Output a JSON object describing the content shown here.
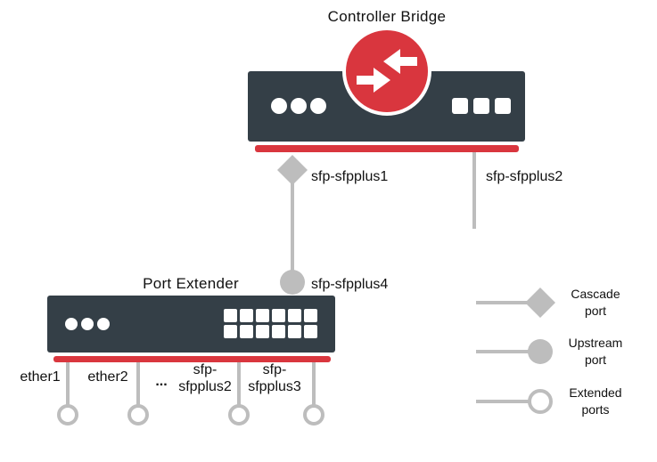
{
  "controller_bridge": {
    "title": "Controller Bridge",
    "port_left": "sfp-sfpplus1",
    "port_right": "sfp-sfpplus2"
  },
  "port_extender": {
    "title": "Port Extender",
    "upstream_port": "sfp-sfpplus4",
    "ports": [
      {
        "lines": [
          "ether1"
        ]
      },
      {
        "lines": [
          "ether2"
        ]
      },
      {
        "lines": [
          "..."
        ]
      },
      {
        "lines": [
          "sfp-",
          "sfpplus2"
        ]
      },
      {
        "lines": [
          "sfp-",
          "sfpplus3"
        ]
      }
    ]
  },
  "legend": [
    {
      "type": "cascade",
      "lines": [
        "Cascade",
        "port"
      ]
    },
    {
      "type": "upstream",
      "lines": [
        "Upstream",
        "port"
      ]
    },
    {
      "type": "extended",
      "lines": [
        "Extended",
        "ports"
      ]
    }
  ],
  "colors": {
    "device": "#343f47",
    "accent": "#d9363e",
    "link": "#bdbdbd",
    "white": "#ffffff",
    "text": "#111111"
  }
}
